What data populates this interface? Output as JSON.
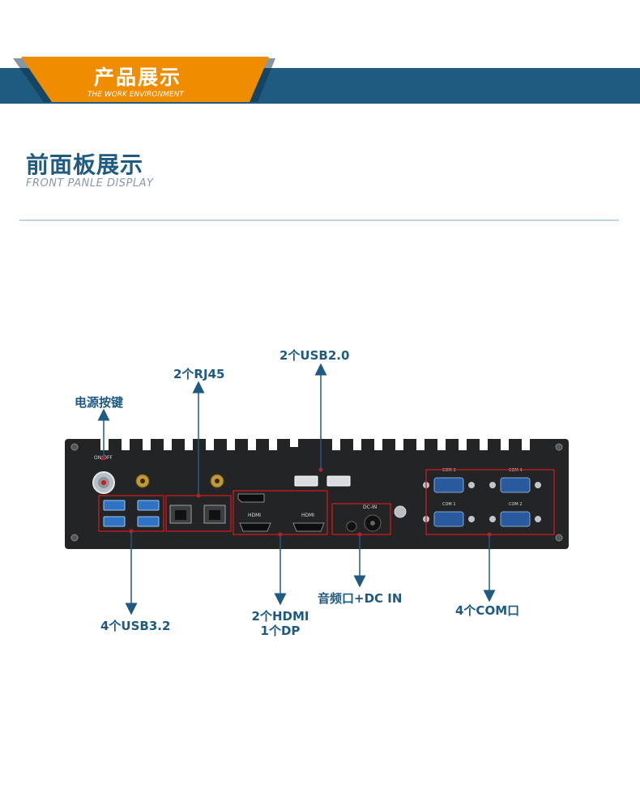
{
  "header": {
    "title": "产品展示",
    "subtitle": "THE WORK ENVIRONMENT"
  },
  "section": {
    "title": "前面板展示",
    "subtitle": "FRONT PANLE DISPLAY"
  },
  "device_labels": {
    "on_off": "ON/OFF",
    "hdmi_1": "HDMI",
    "hdmi_2": "HDMI",
    "dc_in": "DC-IN",
    "com3": "COM 3",
    "com4": "COM 4",
    "com1": "COM 1",
    "com2": "COM 2"
  },
  "callouts": {
    "usb20": "2个USB2.0",
    "rj45": "2个RJ45",
    "power": "电源按键",
    "usb32": "4个USB3.2",
    "hdmi_dp_line1": "2个HDMI",
    "hdmi_dp_line2": "1个DP",
    "audio_dc": "音频口+DC IN",
    "com": "4个COM口"
  },
  "colors": {
    "brand_blue": "#1f5a80",
    "accent_orange": "#f08c00",
    "highlight_red": "#d01a1a",
    "device_black": "#222426"
  }
}
